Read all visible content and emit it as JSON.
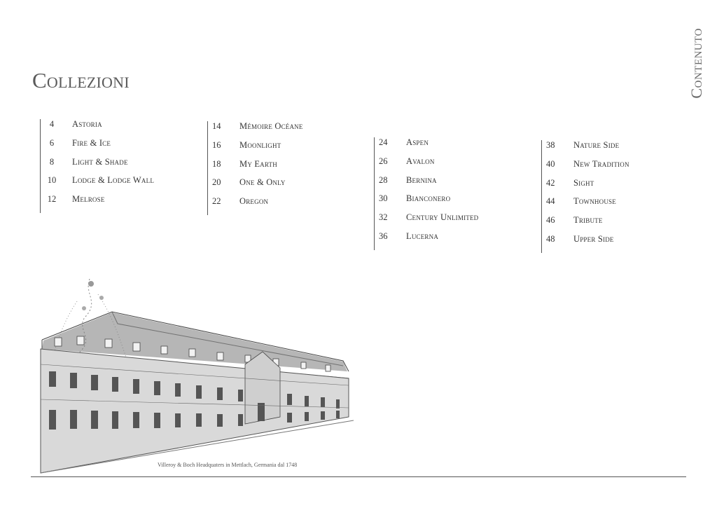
{
  "page": {
    "title": "Collezioni",
    "side_label": "Contenuto",
    "caption": "Villeroy & Boch Headquaters in Mettlach, Germania dal 1748"
  },
  "toc": {
    "col1": [
      {
        "num": "4",
        "name": "Astoria"
      },
      {
        "num": "6",
        "name": "Fire & Ice"
      },
      {
        "num": "8",
        "name": "Light & Shade"
      },
      {
        "num": "10",
        "name": "Lodge & Lodge Wall"
      },
      {
        "num": "12",
        "name": "Melrose"
      }
    ],
    "col2": [
      {
        "num": "14",
        "name": "Mémoire Océane"
      },
      {
        "num": "16",
        "name": "Moonlight"
      },
      {
        "num": "18",
        "name": "My Earth"
      },
      {
        "num": "20",
        "name": "One & Only"
      },
      {
        "num": "22",
        "name": "Oregon"
      }
    ],
    "col3": [
      {
        "num": "24",
        "name": "Aspen"
      },
      {
        "num": "26",
        "name": "Avalon"
      },
      {
        "num": "28",
        "name": "Bernina"
      },
      {
        "num": "30",
        "name": "Bianconero"
      },
      {
        "num": "32",
        "name": "Century Unlimited"
      },
      {
        "num": "36",
        "name": "Lucerna"
      }
    ],
    "col4": [
      {
        "num": "38",
        "name": "Nature Side"
      },
      {
        "num": "40",
        "name": "New Tradition"
      },
      {
        "num": "42",
        "name": "Sight"
      },
      {
        "num": "44",
        "name": "Townhouse"
      },
      {
        "num": "46",
        "name": "Tribute"
      },
      {
        "num": "48",
        "name": "Upper Side"
      }
    ]
  }
}
